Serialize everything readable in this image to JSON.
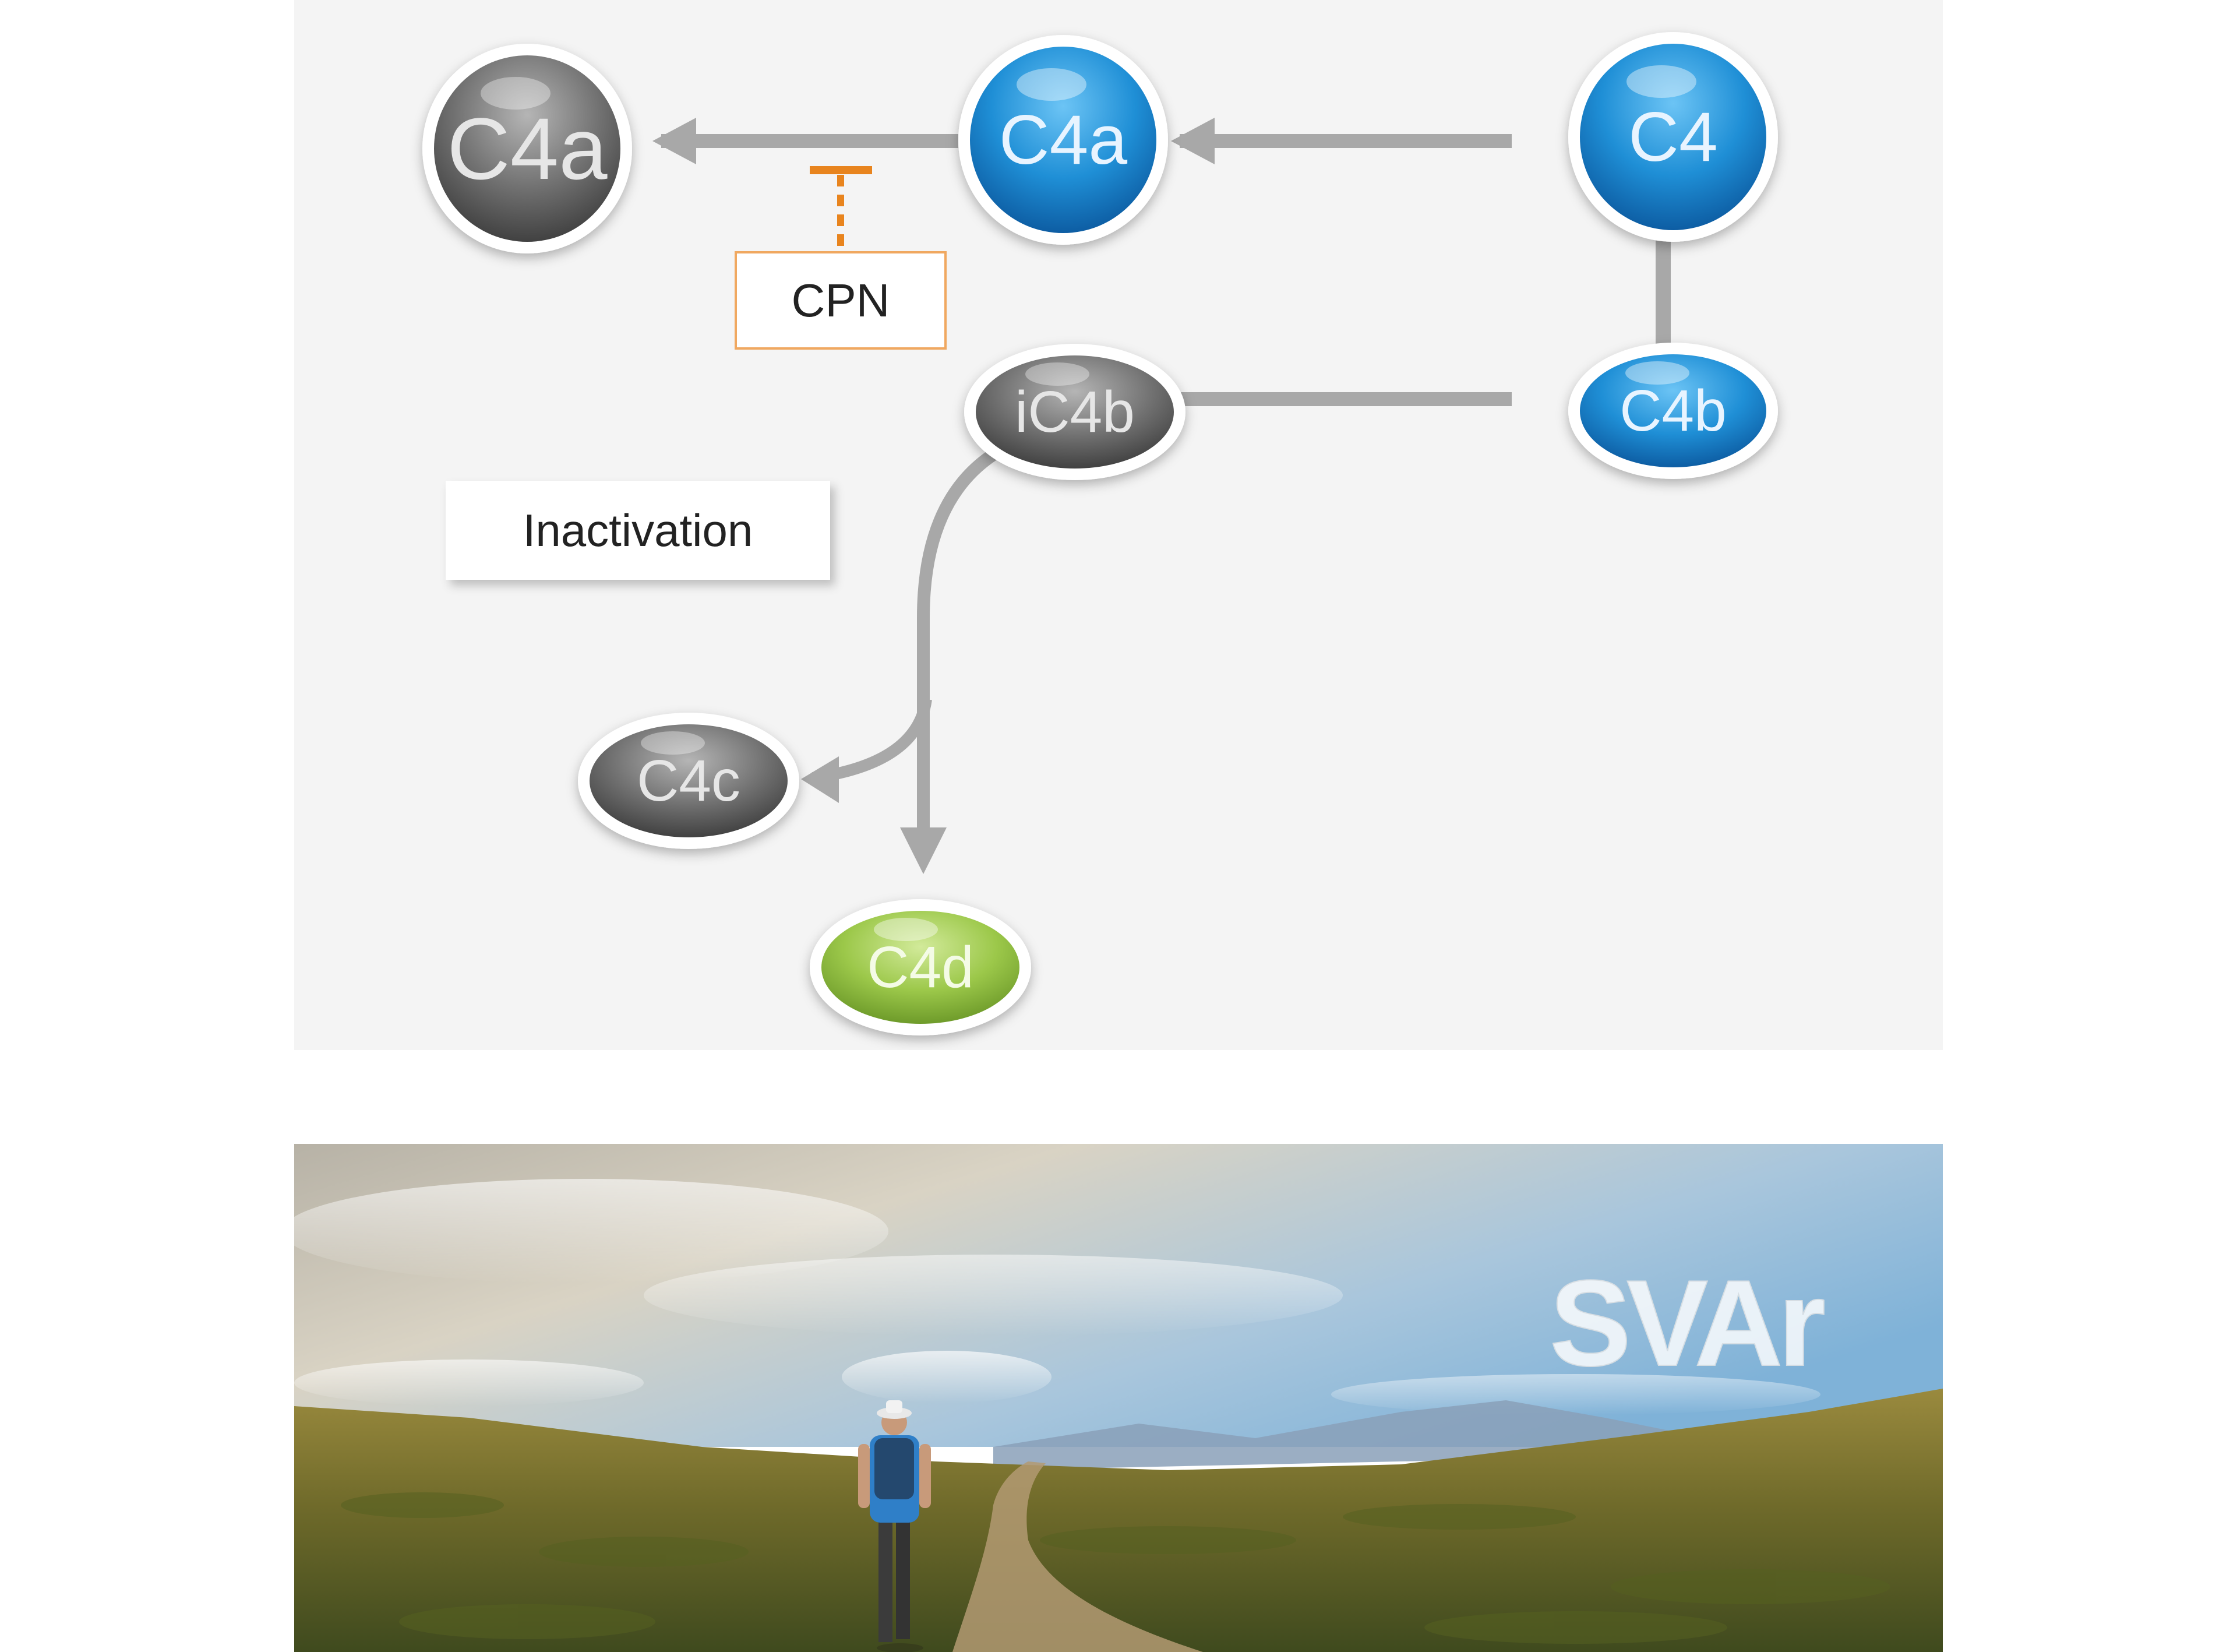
{
  "diagram": {
    "nodes": {
      "c4a_inactive": "C4a",
      "c4a_active": "C4a",
      "c4": "C4",
      "c4b": "C4b",
      "ic4b": "iC4b",
      "c4c": "C4c",
      "c4d": "C4d"
    },
    "labels": {
      "cpn": "CPN",
      "inactivation": "Inactivation"
    },
    "colors": {
      "active": "#1f8fd6",
      "inactive": "#6b6b6b",
      "c4d": "#9cc84a",
      "inhibitor": "#e8841e",
      "arrow": "#a8a8a8"
    }
  },
  "banner": {
    "logo_text": "SVAr"
  }
}
